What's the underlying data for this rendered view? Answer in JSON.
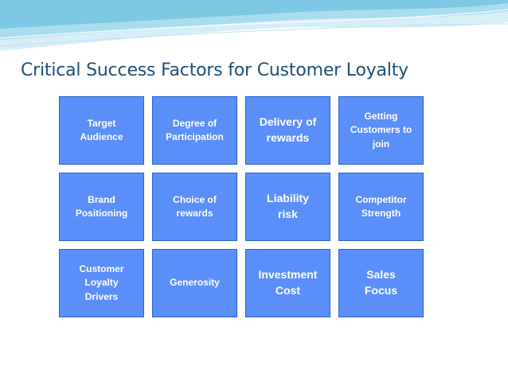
{
  "slide": {
    "title": "Critical Success Factors for Customer Loyalty"
  },
  "factors": [
    {
      "label": "Target\nAudience",
      "size": "small"
    },
    {
      "label": "Degree of\nParticipation",
      "size": "small"
    },
    {
      "label": "Delivery of\nrewards",
      "size": "large"
    },
    {
      "label": "Getting\nCustomers to\njoin",
      "size": "small"
    },
    {
      "label": "Brand\nPositioning",
      "size": "small"
    },
    {
      "label": "Choice of\nrewards",
      "size": "small"
    },
    {
      "label": "Liability\nrisk",
      "size": "large"
    },
    {
      "label": "Competitor\nStrength",
      "size": "small"
    },
    {
      "label": "Customer\nLoyalty\nDrivers",
      "size": "small"
    },
    {
      "label": "Generosity",
      "size": "small"
    },
    {
      "label": "Investment\nCost",
      "size": "large"
    },
    {
      "label": "Sales\nFocus",
      "size": "large"
    }
  ],
  "colors": {
    "box_fill": "#5b8ff9",
    "box_border": "#2b5fd0",
    "title": "#1f4e79",
    "wave": "#7ec8e3"
  }
}
